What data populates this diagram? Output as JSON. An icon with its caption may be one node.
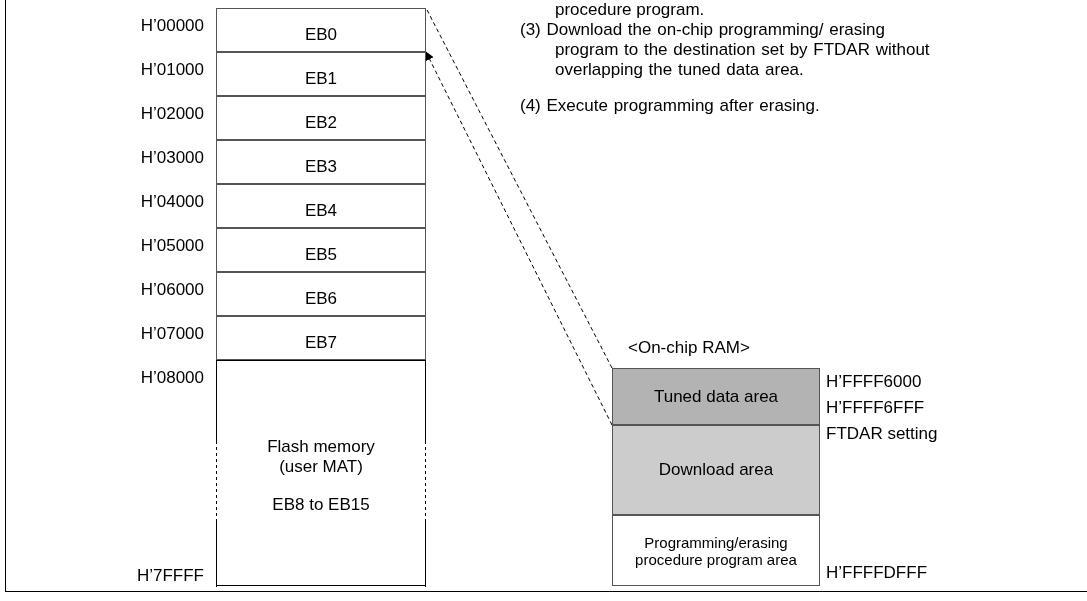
{
  "diagram": {
    "nodes": [
      {
        "text": [
          "EB0"
        ]
      },
      {
        "text": [
          "EB1"
        ]
      },
      {
        "text": [
          "EB2"
        ]
      },
      {
        "text": [
          "EB3"
        ]
      },
      {
        "text": [
          "EB4"
        ]
      },
      {
        "text": [
          "EB5"
        ]
      },
      {
        "text": [
          "EB6"
        ]
      },
      {
        "text": [
          "EB7"
        ]
      },
      {
        "text": [
          "Flash memory (user MAT)",
          "EB8 to EB15"
        ]
      },
      {
        "text": [
          "Tuned data area"
        ]
      },
      {
        "text": [
          "Download area"
        ]
      },
      {
        "text": [
          "Programming/erasing procedure program area"
        ]
      }
    ],
    "edges": [
      {
        "from": 9,
        "to": 0,
        "arrow": "none",
        "style": "dashed"
      },
      {
        "from": 9,
        "to": 0,
        "arrow": "to",
        "style": "dashed"
      }
    ],
    "labels": [
      "procedure program.",
      "(3) Download the on-chip programming/ erasing program to the destination set by FTDAR without overlapping the tuned data area.",
      "(4) Execute programming after erasing.",
      "H’00000",
      "H’01000",
      "H’02000",
      "H’03000",
      "H’04000",
      "H’05000",
      "H’06000",
      "H’07000",
      "H’08000",
      "H’7FFFF",
      "<On-chip RAM>",
      "H’FFFF6000",
      "H’FFFF6FFF",
      "FTDAR setting",
      "H’FFFFDFFF"
    ]
  }
}
